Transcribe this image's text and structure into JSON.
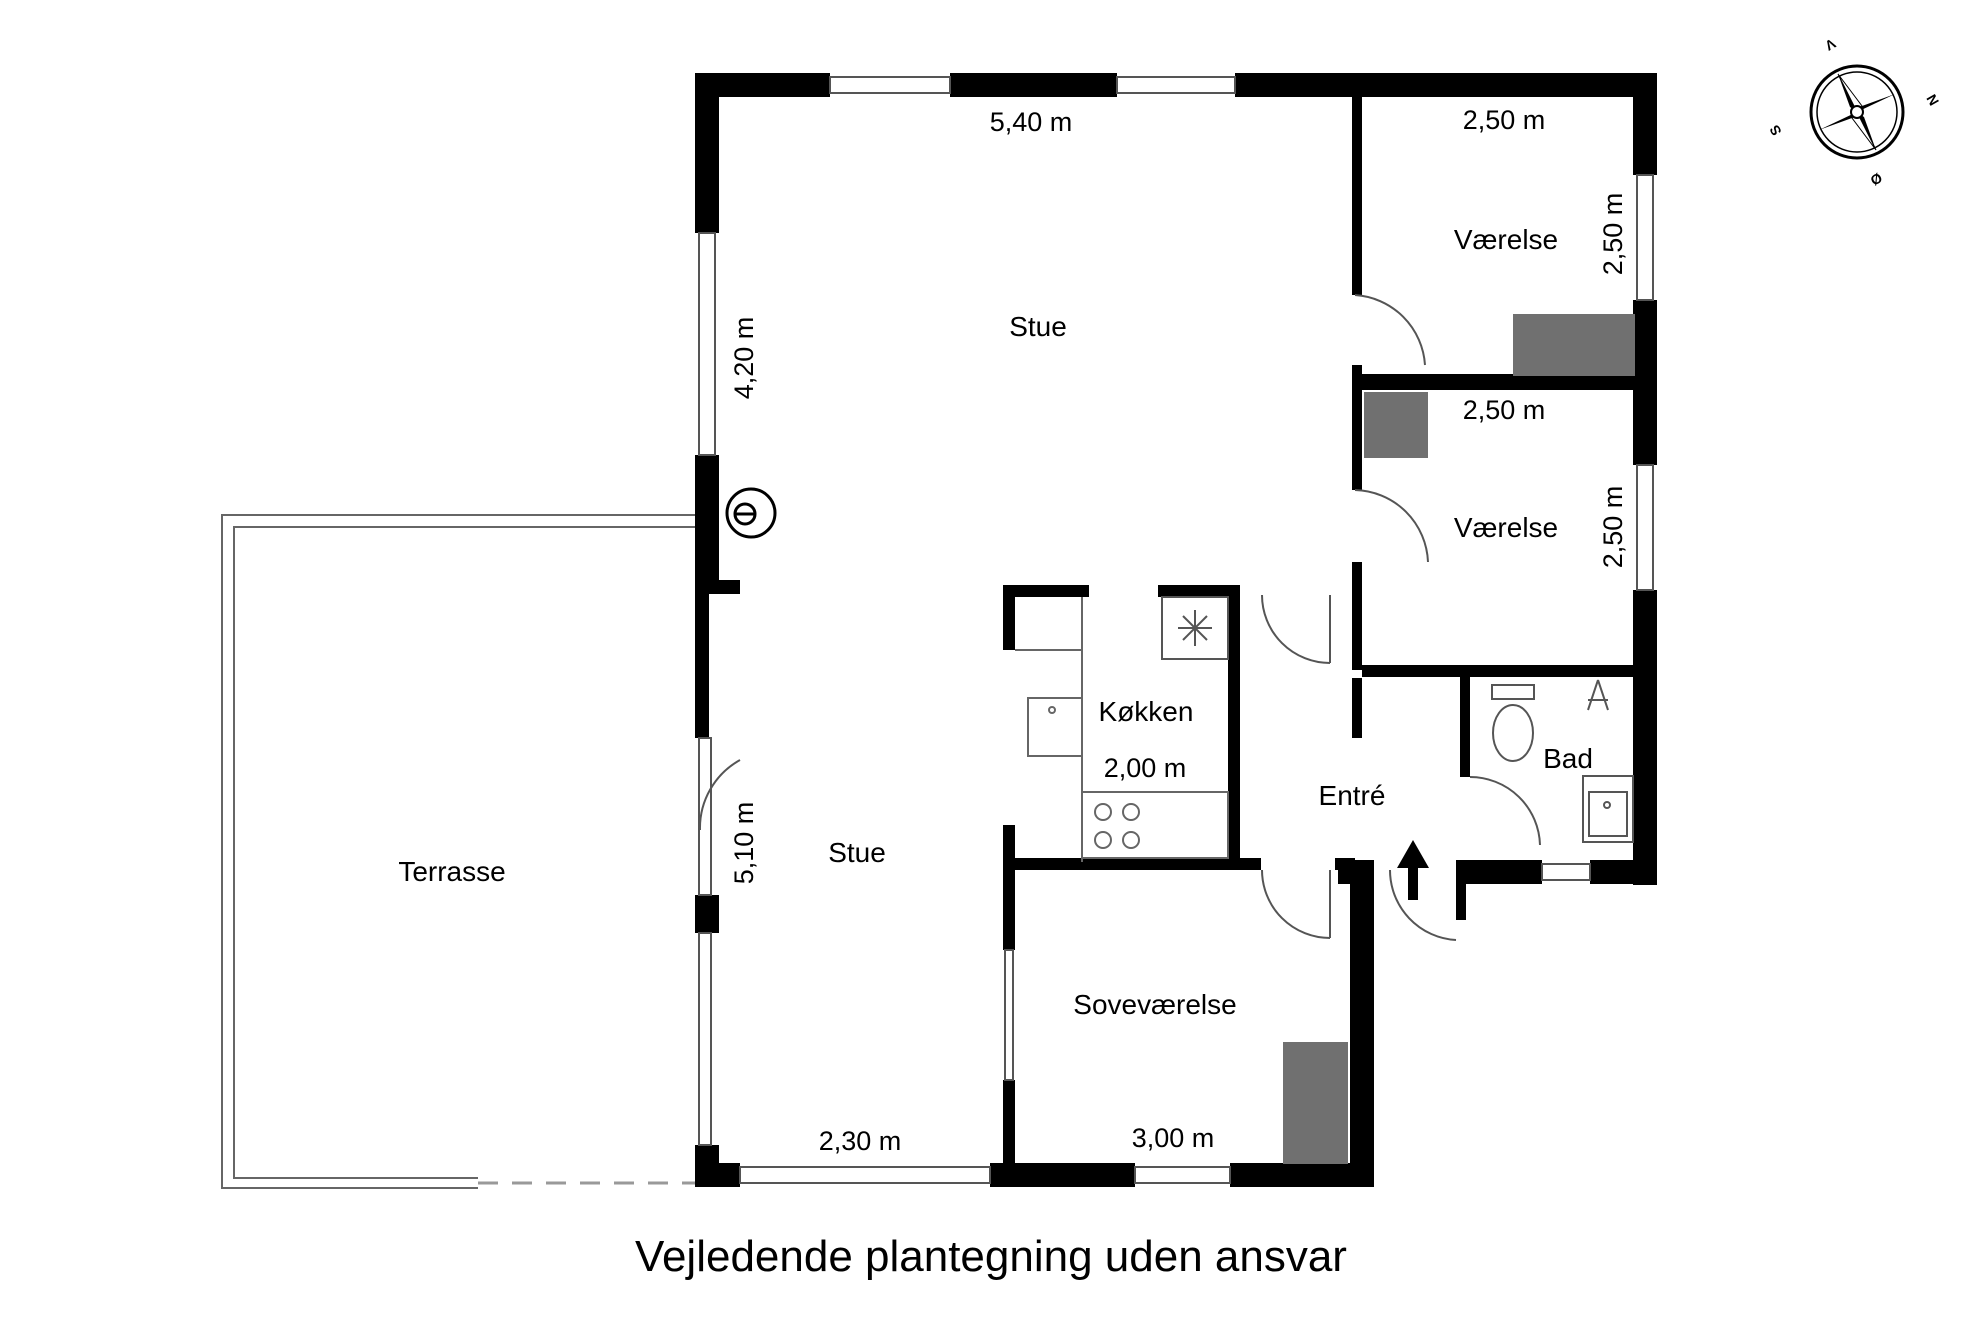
{
  "rooms": {
    "stue_upper": "Stue",
    "stue_lower": "Stue",
    "vaerelse_top": "Værelse",
    "vaerelse_mid": "Værelse",
    "koekken": "Køkken",
    "bad": "Bad",
    "entre": "Entré",
    "sovevaerelse": "Soveværelse",
    "terrasse": "Terrasse"
  },
  "dimensions": {
    "stue_width_top": "5,40 m",
    "stue_height_upper": "4,20 m",
    "stue_height_lower": "5,10 m",
    "stue_width_bottom": "2,30 m",
    "vaerelse_top_width": "2,50 m",
    "vaerelse_top_height": "2,50 m",
    "vaerelse_mid_width": "2,50 m",
    "vaerelse_mid_height": "2,50 m",
    "koekken_width": "2,00 m",
    "sovevaerelse_width": "3,00 m"
  },
  "compass": {
    "north": "N",
    "east": "Ø",
    "south": "S",
    "west": "V"
  },
  "caption": "Vejledende plantegning uden ansvar",
  "colors": {
    "wall": "#000000",
    "furniture": "#707070"
  }
}
